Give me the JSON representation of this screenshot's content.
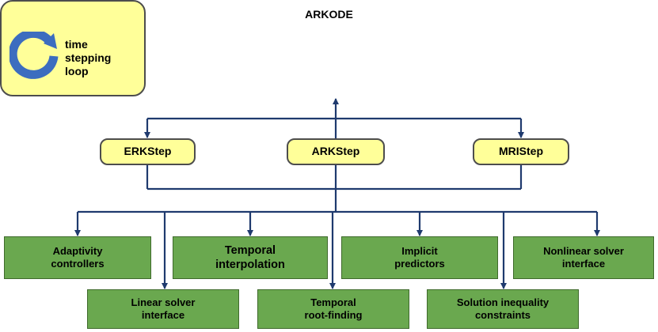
{
  "top_box": {
    "title": "ARKODE",
    "loop_label": [
      "time",
      "stepping",
      "loop"
    ]
  },
  "steppers": [
    "ERKStep",
    "ARKStep",
    "MRIStep"
  ],
  "modules_top_row": [
    [
      "Adaptivity",
      "controllers"
    ],
    [
      "Temporal",
      "interpolation"
    ],
    [
      "Implicit",
      "predictors"
    ],
    [
      "Nonlinear solver",
      "interface"
    ]
  ],
  "modules_bottom_row": [
    [
      "Linear solver",
      "interface"
    ],
    [
      "Temporal",
      "root-finding"
    ],
    [
      "Solution inequality",
      "constraints"
    ]
  ],
  "colors": {
    "top_box_fill": "#ffff99",
    "stepper_fill": "#ffff99",
    "module_fill": "#6aa84f",
    "connector": "#1f3a6e",
    "loop_arrow": "#3c6dbf"
  }
}
